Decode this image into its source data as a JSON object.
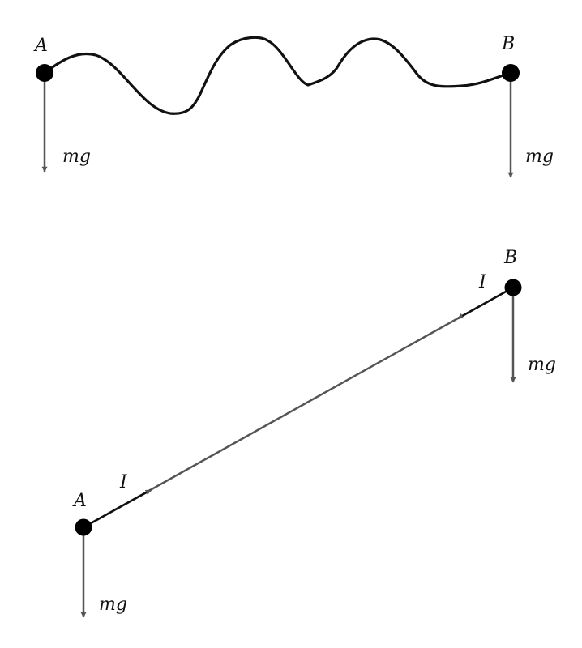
{
  "top_diagram": {
    "point_a_label": "A",
    "point_b_label": "B",
    "force_a_label": "mg",
    "force_b_label": "mg"
  },
  "bottom_diagram": {
    "point_a_label": "A",
    "point_b_label": "B",
    "impulse_a_label": "I",
    "impulse_b_label": "I",
    "force_a_label": "mg",
    "force_b_label": "mg"
  },
  "colors": {
    "mass": "#000000",
    "string": "#111111",
    "force_arrow": "#555555",
    "rod": "#555555"
  }
}
